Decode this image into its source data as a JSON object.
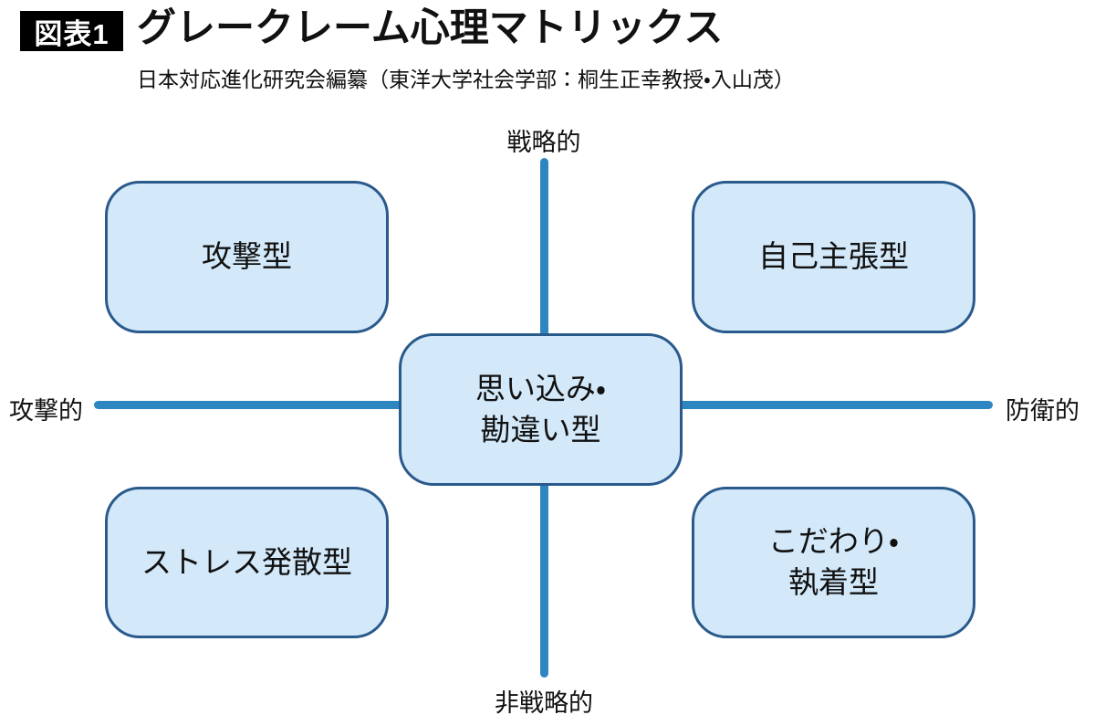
{
  "header": {
    "badge": "図表1",
    "title": "グレークレーム心理マトリックス",
    "subtitle": "日本対応進化研究会編纂（東洋大学社会学部：桐生正幸教授・入山茂）"
  },
  "axes": {
    "top": "戦略的",
    "bottom": "非戦略的",
    "left": "攻撃的",
    "right": "防衛的"
  },
  "quadrants": {
    "top_left": "攻撃型",
    "top_right": "自己主張型",
    "center": "思い込み・\n勘違い型",
    "bottom_left": "ストレス発散型",
    "bottom_right": "こだわり・\n執着型"
  },
  "colors": {
    "axis_line": "#2e86c1",
    "box_fill": "#d3e9f9",
    "box_border": "#2a5a8c",
    "badge_bg": "#000000",
    "badge_text": "#ffffff",
    "text": "#111111",
    "bg": "#ffffff"
  }
}
